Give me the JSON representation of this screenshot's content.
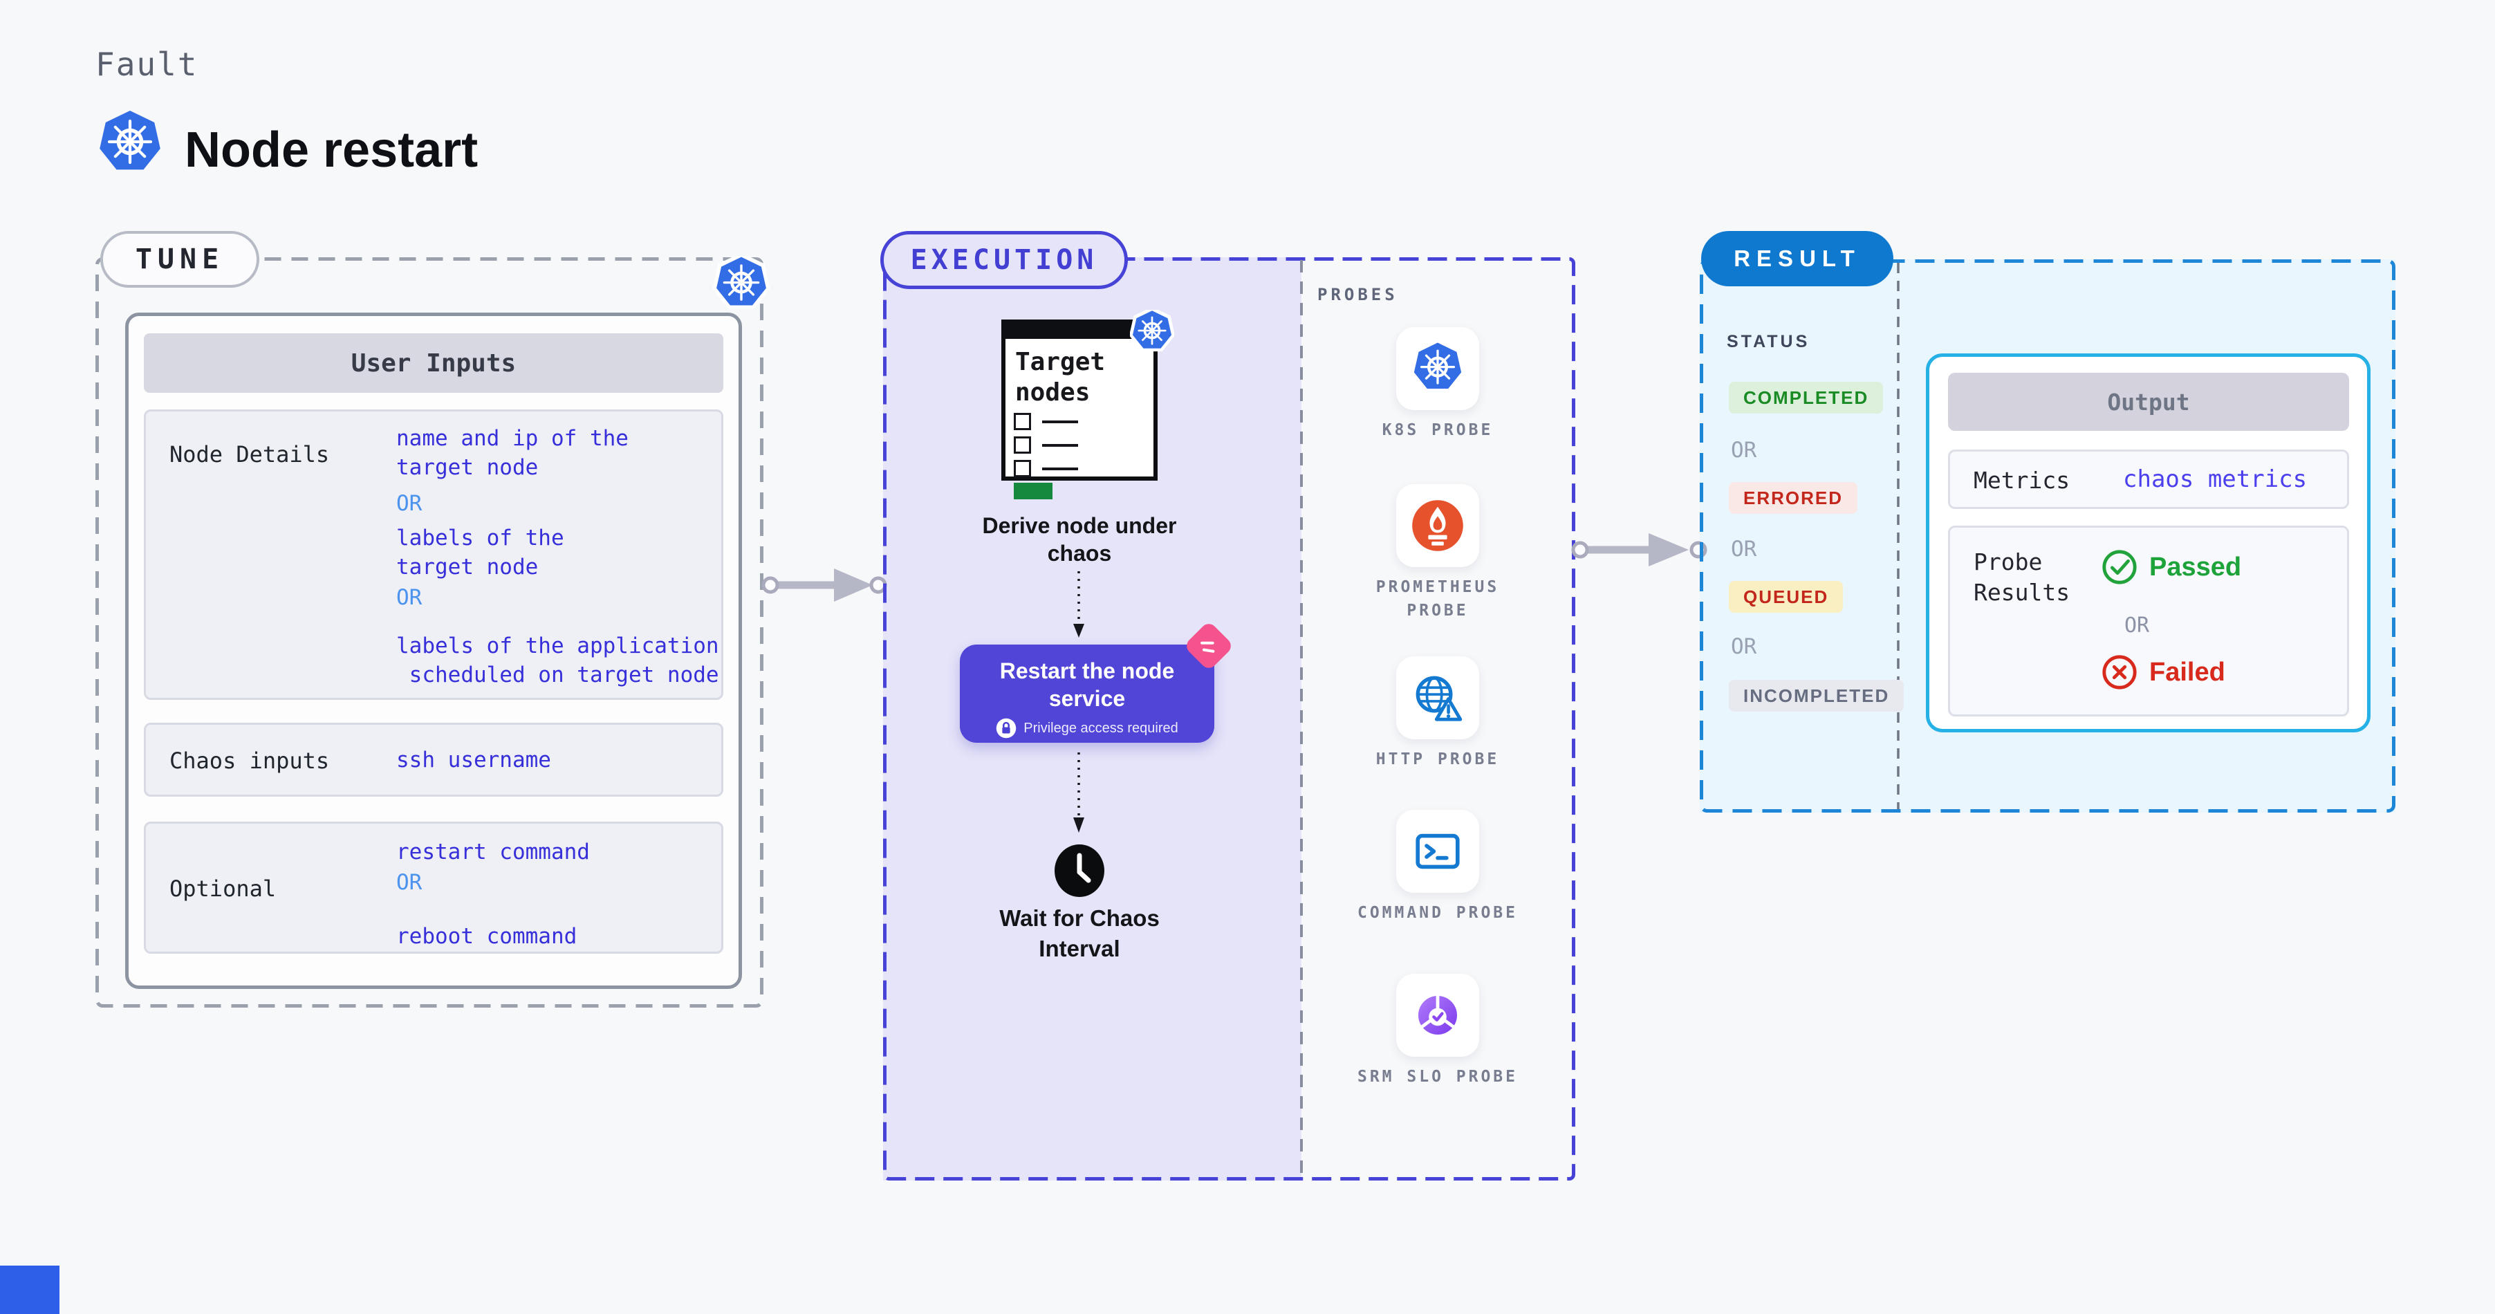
{
  "header": {
    "eyebrow": "Fault",
    "title": "Node restart"
  },
  "tune": {
    "pill_label": "TUNE",
    "table_title": "User Inputs",
    "rows": [
      {
        "label": "Node Details",
        "lines": [
          "name and ip of the",
          "target node",
          "OR",
          "labels of the",
          "target node",
          "OR",
          "labels of the application",
          " scheduled on target node"
        ]
      },
      {
        "label": "Chaos inputs",
        "lines": [
          "ssh username"
        ]
      },
      {
        "label": "Optional",
        "lines": [
          "restart command",
          "OR",
          "reboot command"
        ]
      }
    ]
  },
  "execution": {
    "pill_label": "EXECUTION",
    "target_card_title": "Target nodes",
    "steps": [
      "Derive node under chaos",
      "Restart the node service",
      "Wait for Chaos Interval"
    ],
    "privilege_note": "Privilege access required",
    "probes": {
      "heading": "PROBES",
      "items": [
        "K8S PROBE",
        "PROMETHEUS PROBE",
        "HTTP PROBE",
        "COMMAND PROBE",
        "SRM SLO PROBE"
      ]
    }
  },
  "result": {
    "pill_label": "RESULT",
    "status_heading": "STATUS",
    "statuses": [
      {
        "label": "COMPLETED",
        "fg": "#1b8b26",
        "bg": "#dcf0db"
      },
      {
        "label": "OR"
      },
      {
        "label": "ERRORED",
        "fg": "#c3271b",
        "bg": "#fae8e6"
      },
      {
        "label": "OR"
      },
      {
        "label": "QUEUED",
        "fg": "#c3271b",
        "bg": "#f9efc3"
      },
      {
        "label": "OR"
      },
      {
        "label": "INCOMPLETED",
        "fg": "#676d80",
        "bg": "#e8e9ef"
      }
    ],
    "output": {
      "title": "Output",
      "metrics_label": "Metrics",
      "metrics_value": "chaos metrics",
      "probe_results_label": "Probe Results",
      "passed_label": "Passed",
      "or_label": "OR",
      "failed_label": "Failed"
    }
  },
  "icons": {
    "kubernetes": "k8s-wheel",
    "clock": "clock",
    "lock": "lock",
    "prometheus": "flame-torch",
    "http": "globe-warning",
    "command": "terminal-prompt",
    "srm_slo": "donut-check",
    "passed": "check-circle",
    "failed": "x-circle",
    "ribbon": "chaos-ribbon"
  },
  "colors": {
    "value_text": "#372fd9",
    "or_text": "#4b93ee",
    "tune_border": "#9aa0ac",
    "execution_accent": "#4743d6",
    "execution_bg": "#e5e4f9",
    "result_accent": "#0f78cf",
    "result_bg": "#e9f6fd",
    "output_border": "#25b0e6",
    "button_bg": "#5145d8",
    "passed": "#1ea23a",
    "failed": "#d8291d",
    "k8s_blue": "#326de6",
    "prometheus_orange": "#e6522c",
    "probe_icon_blue": "#1479d0",
    "srm_purple": "#8b47f0",
    "ribbon_pink": "#f4538e",
    "green_bar": "#17893e",
    "arrow_gray": "#b6b7c6"
  }
}
